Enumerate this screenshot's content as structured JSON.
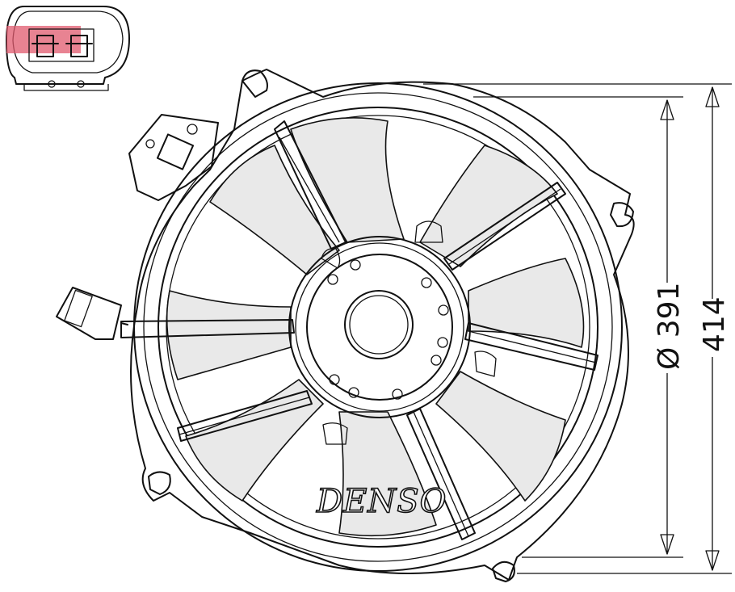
{
  "drawing": {
    "brand_label": "DENSO",
    "dimensions": {
      "fan_diameter_label": "Ø 391",
      "frame_height_label": "414"
    },
    "connector_inset": {
      "pins": 2,
      "highlight_color": "#e05a6e"
    },
    "colors": {
      "outline": "#111111",
      "blade_fill": "#e9e9e9",
      "background": "#ffffff"
    }
  }
}
